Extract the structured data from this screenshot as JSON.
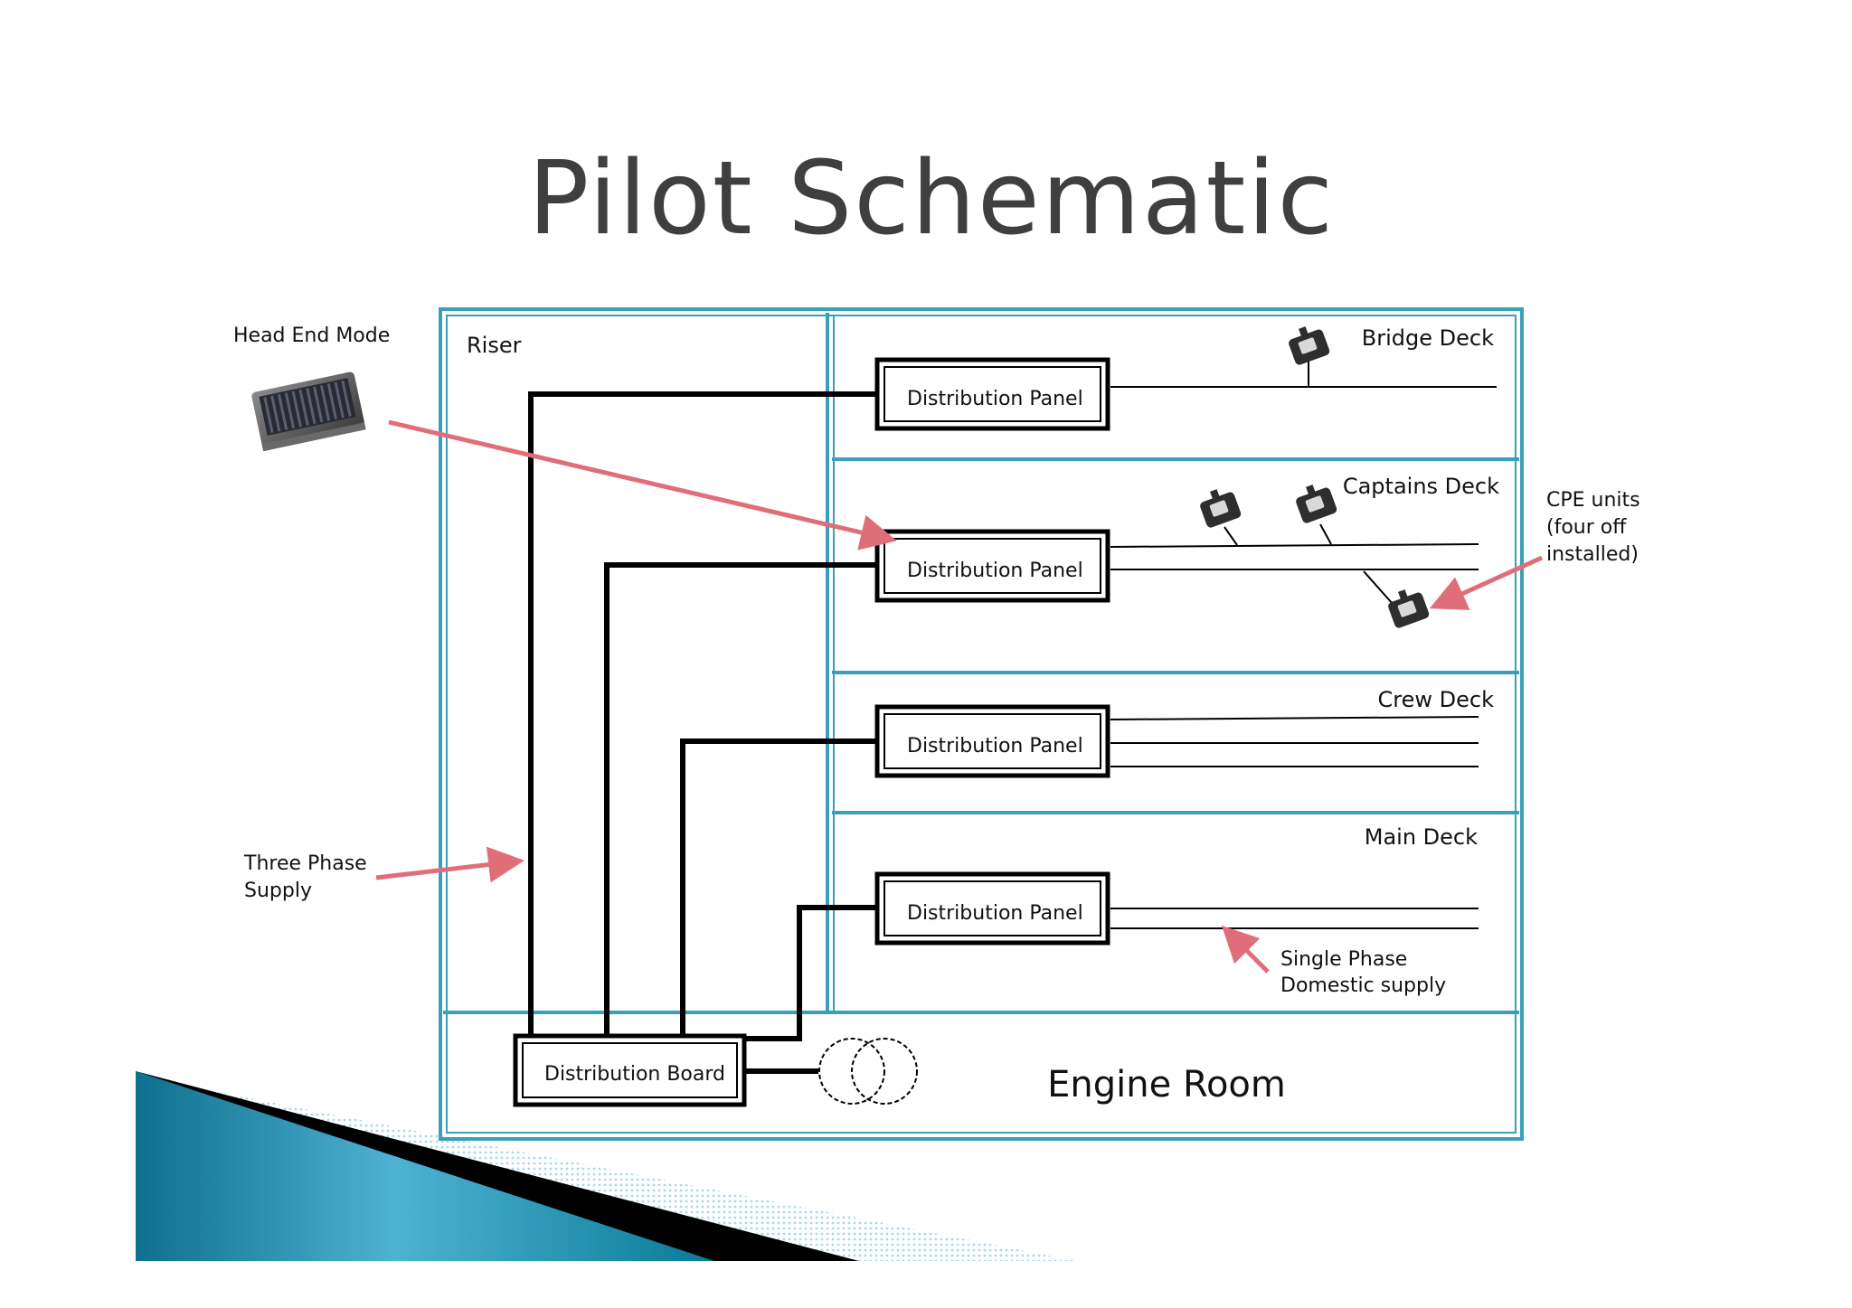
{
  "title": "Pilot Schematic",
  "colors": {
    "frame": "#3aa0b8",
    "arrow": "#e06e79",
    "wire": "#000000",
    "title": "#3f3f3f"
  },
  "labels": {
    "head_end": "Head End Mode",
    "riser": "Riser",
    "three_phase": [
      "Three Phase",
      "Supply"
    ],
    "cpe_units": [
      "CPE units",
      "(four off",
      "installed)"
    ],
    "single_phase": [
      "Single Phase",
      "Domestic supply"
    ],
    "engine_room": "Engine Room"
  },
  "decks": [
    {
      "name": "Bridge Deck",
      "panel": "Distribution Panel"
    },
    {
      "name": "Captains Deck",
      "panel": "Distribution Panel"
    },
    {
      "name": "Crew Deck",
      "panel": "Distribution Panel"
    },
    {
      "name": "Main Deck",
      "panel": "Distribution Panel"
    }
  ],
  "distribution_board": "Distribution Board",
  "icons": {
    "head_end_device": "head-end-device-icon",
    "cpe_unit": "cpe-unit-icon",
    "transformer": "transformer-icon"
  }
}
